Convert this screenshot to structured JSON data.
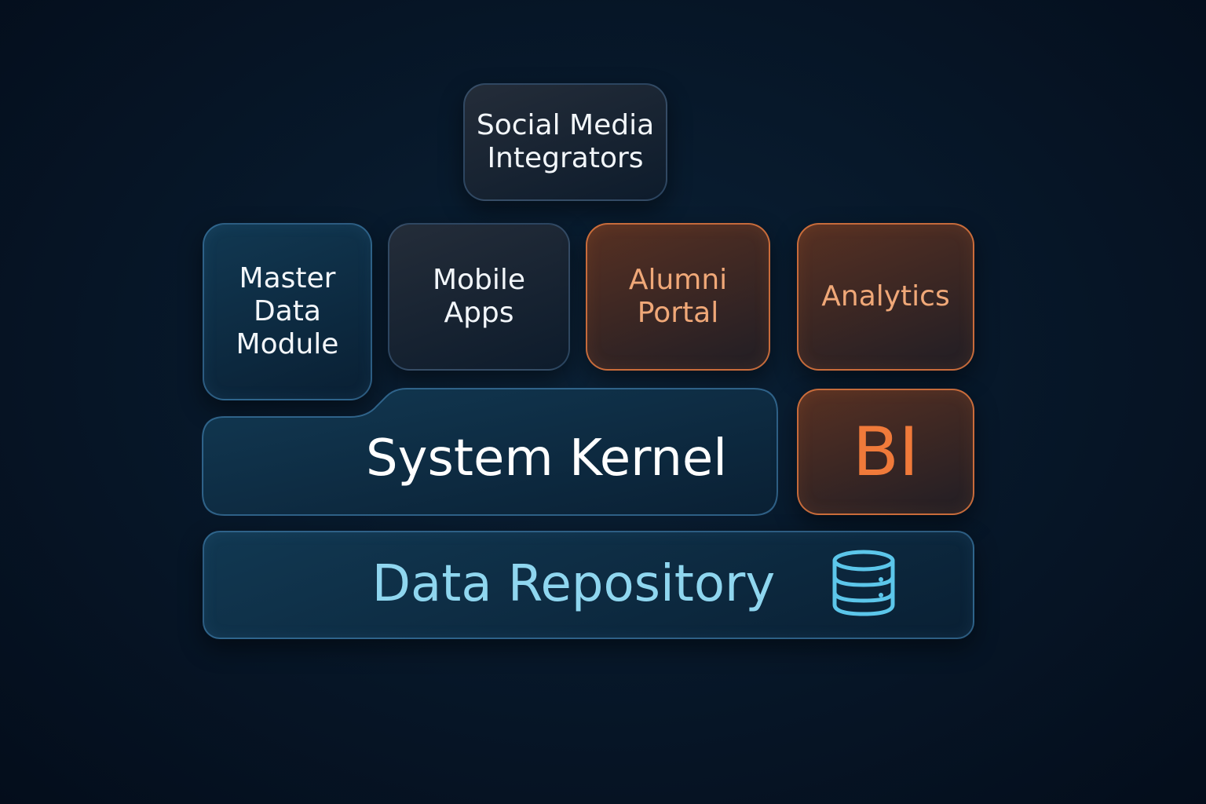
{
  "diagram": {
    "social_media": "Social Media\nIntegrators",
    "master_data": "Master\nData\nModule",
    "mobile_apps": "Mobile\nApps",
    "alumni_portal": "Alumni\nPortal",
    "analytics": "Analytics",
    "bi": "BI",
    "system_kernel": "System Kernel",
    "data_repository": "Data Repository"
  },
  "icons": {
    "repository": "database-icon"
  },
  "colors": {
    "background": "#061326",
    "blue_border": "#488cbe",
    "orange_accent": "#f07a3a",
    "orange_text": "#f0a878",
    "repo_text": "#8fd6ef"
  }
}
